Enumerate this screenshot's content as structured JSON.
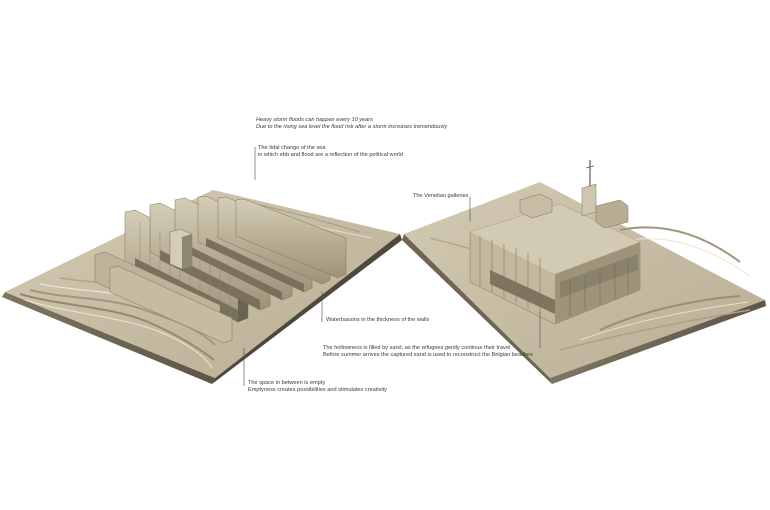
{
  "annotations": {
    "storm": {
      "line1": "Heavy storm floods can happen every 10 years",
      "line2": "Due to the rising sea level the flood risk after a storm increases tremendously"
    },
    "tidal": {
      "line1": "The tidal change of the sea",
      "line2": "in which ebb and flood are a reflection of the political world"
    },
    "venetian": "The Venetian galleries",
    "waterbassins": "Waterbassins in the thickness of the walls",
    "hollowness": {
      "line1": "The hollowness is filled by sand, as the refugees gently continue their travel",
      "line2": "Before summer arrives the captured sand is used to reconstruct the Belgian beaches"
    },
    "space": {
      "line1": "The space in between is empty",
      "line2": "Emptyness creates possibilities and stimulates creativity"
    }
  },
  "colors": {
    "model_top": "#c9bfa7",
    "model_light": "#d8d0bb",
    "model_mid": "#b3a88e",
    "model_dark": "#8a806a",
    "model_shadow": "#5d5647",
    "leader": "#4a4a4a",
    "text": "#3a3a3a"
  }
}
